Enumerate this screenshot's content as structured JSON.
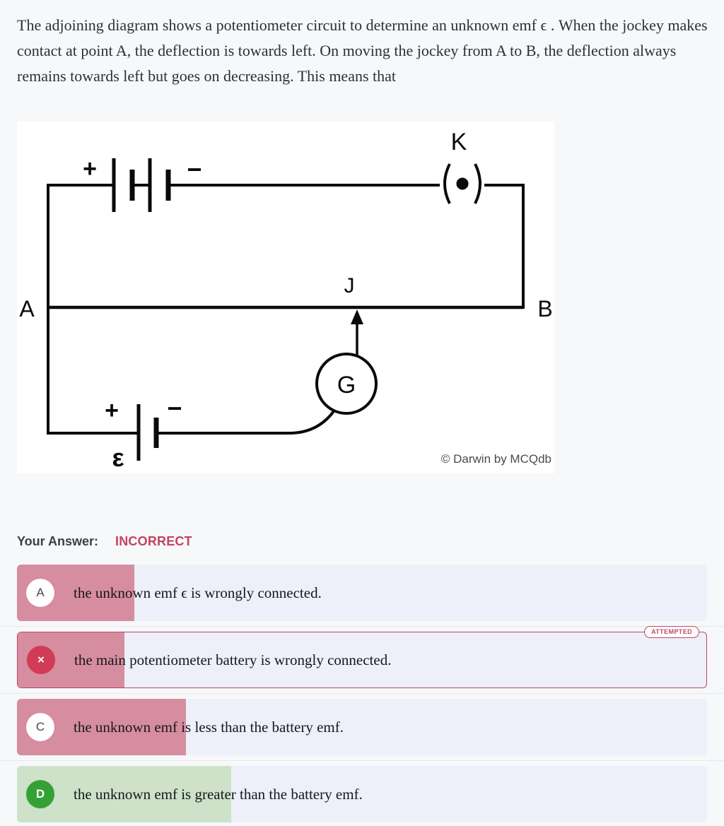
{
  "question": {
    "text": "The adjoining diagram shows a potentiometer circuit to determine an unknown emf ϵ . When the jockey makes contact at point A, the deflection is towards left. On moving the jockey from A to B, the deflection always remains towards left but goes on decreasing. This means that"
  },
  "diagram": {
    "labels": {
      "key": "K",
      "point_a": "A",
      "point_b": "B",
      "jockey": "J",
      "galvanometer": "G",
      "emf_symbol": "ε",
      "top_plus": "+",
      "top_minus": "−",
      "bottom_plus": "+",
      "bottom_minus": "−"
    },
    "watermark": "© Darwin by MCQdb",
    "line_color": "#0a0a0a"
  },
  "result": {
    "label": "Your Answer:",
    "status": "INCORRECT",
    "status_color": "#c24462"
  },
  "options": [
    {
      "letter": "A",
      "text": "the unknown emf ϵ is wrongly connected.",
      "bar_pct": 17,
      "bar_color": "#d78da0",
      "circle_bg": "#ffffff",
      "circle_fg": "#44474c",
      "state": "normal"
    },
    {
      "letter": "×",
      "text": "the main potentiometer battery is wrongly connected.",
      "bar_pct": 15.5,
      "bar_color": "#d78da0",
      "circle_bg": "#d23b55",
      "circle_fg": "#ffffff",
      "state": "attempted_wrong",
      "badge": "ATTEMPTED"
    },
    {
      "letter": "C",
      "text": "the unknown emf is less than the battery emf.",
      "bar_pct": 24.5,
      "bar_color": "#d78da0",
      "circle_bg": "#ffffff",
      "circle_fg": "#44474c",
      "state": "normal"
    },
    {
      "letter": "D",
      "text": "the unknown emf is greater than the battery emf.",
      "bar_pct": 31,
      "bar_color": "#cde2c9",
      "circle_bg": "#35a135",
      "circle_fg": "#ffffff",
      "state": "correct"
    }
  ],
  "colors": {
    "page_bg": "#f7f8fa",
    "card_bg": "#edf0f8",
    "crimson_border": "#bb4763",
    "incorrect_text": "#c24462"
  }
}
